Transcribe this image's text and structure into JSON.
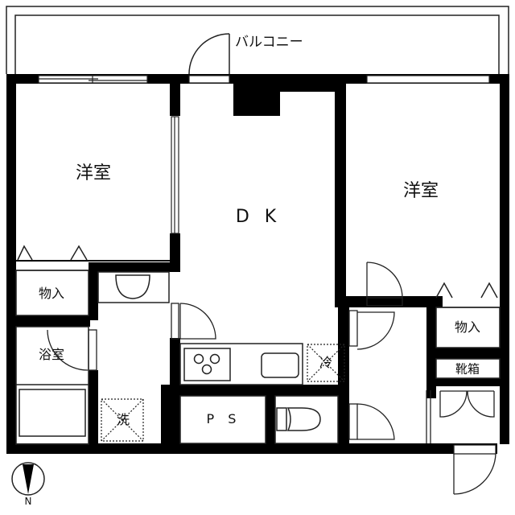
{
  "floor_plan": {
    "balcony": {
      "label": "バルコニー"
    },
    "rooms": [
      {
        "id": "western-room-left",
        "label": "洋室"
      },
      {
        "id": "dining-kitchen",
        "label": "D K"
      },
      {
        "id": "western-room-right",
        "label": "洋室"
      },
      {
        "id": "storage-left",
        "label": "物入"
      },
      {
        "id": "bathroom",
        "label": "浴室"
      },
      {
        "id": "pipe-space",
        "label": "P S"
      },
      {
        "id": "storage-right",
        "label": "物入"
      },
      {
        "id": "shoe-cabinet",
        "label": "靴箱"
      }
    ],
    "fixtures": {
      "washer": "洗",
      "refrigerator": "冷"
    },
    "compass": {
      "label": "N"
    },
    "colors": {
      "wall": "#000000",
      "background": "#ffffff",
      "line": "#222222"
    }
  }
}
